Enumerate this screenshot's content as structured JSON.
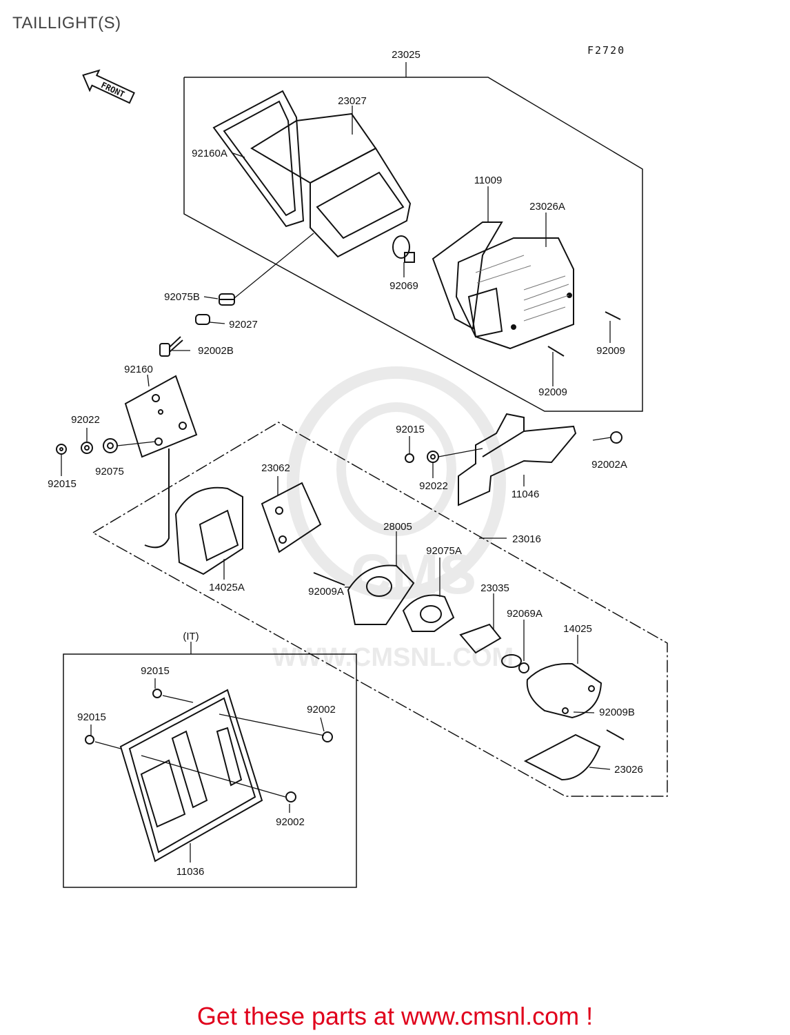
{
  "title": "TAILLIGHT(S)",
  "figure_code": "F2720",
  "front_arrow": "FRONT",
  "watermark": "WWW.CMSNL.COM",
  "footer": "Get these parts at www.cmsnl.com !",
  "group_label_it": "(IT)",
  "colors": {
    "footer_red": "#e0001b",
    "line": "#111111",
    "watermark": "#d9d9d9"
  },
  "callouts": {
    "c23025": "23025",
    "c23027": "23027",
    "c92160A": "92160A",
    "c11009": "11009",
    "c23026A": "23026A",
    "c92069": "92069",
    "c92075B": "92075B",
    "c92027": "92027",
    "c92002B": "92002B",
    "c92009_r": "92009",
    "c92009_b": "92009",
    "c92160": "92160",
    "c92022_l": "92022",
    "c92015_l": "92015",
    "c92075": "92075",
    "c92015_m": "92015",
    "c92022_m": "92022",
    "c92002A": "92002A",
    "c11046": "11046",
    "c23062": "23062",
    "c28005": "28005",
    "c23016": "23016",
    "c92075A": "92075A",
    "c14025A": "14025A",
    "c92009A": "92009A",
    "c23035": "23035",
    "c92069A": "92069A",
    "c14025": "14025",
    "c92009B": "92009B",
    "c23026": "23026",
    "c92015_it1": "92015",
    "c92015_it2": "92015",
    "c92002_it1": "92002",
    "c92002_it2": "92002",
    "c11036": "11036"
  }
}
